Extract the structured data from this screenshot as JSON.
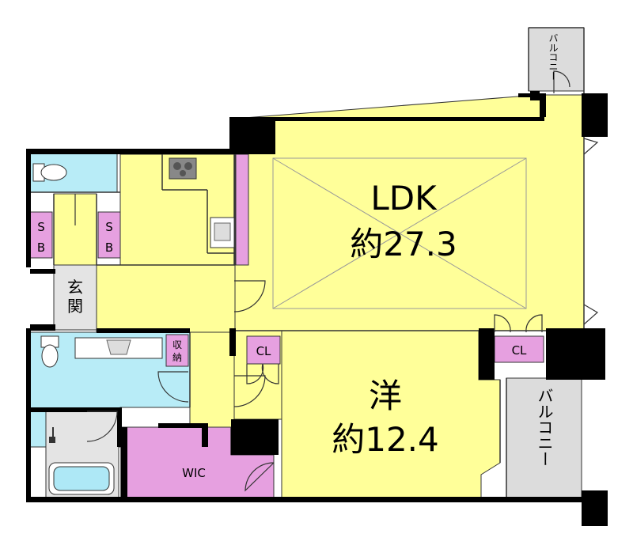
{
  "colors": {
    "living_yellow": "#ffff99",
    "wet_blue": "#b8ecf7",
    "storage_pink": "#e6a0e0",
    "balcony_gray": "#dcdcdc",
    "entry_gray": "#e4e4e4",
    "wall": "#000000"
  },
  "rooms": {
    "ldk_name": "LDK",
    "ldk_size": "約27.3",
    "western_name": "洋",
    "western_size": "約12.4",
    "wic": "WIC",
    "cl_left": "CL",
    "cl_right": "CL",
    "shunou_1": "収",
    "shunou_2": "納",
    "genkan_1": "玄",
    "genkan_2": "関",
    "sb_left_s": "S",
    "sb_left_b": "B",
    "sb_right_s": "S",
    "sb_right_b": "B",
    "balcony_top": "バルコニー",
    "balcony_right": "バルコニー"
  },
  "icons": [
    "toilet-icon",
    "stove-icon",
    "sink-icon",
    "washbasin-icon",
    "bathtub-icon",
    "shower-icon"
  ]
}
